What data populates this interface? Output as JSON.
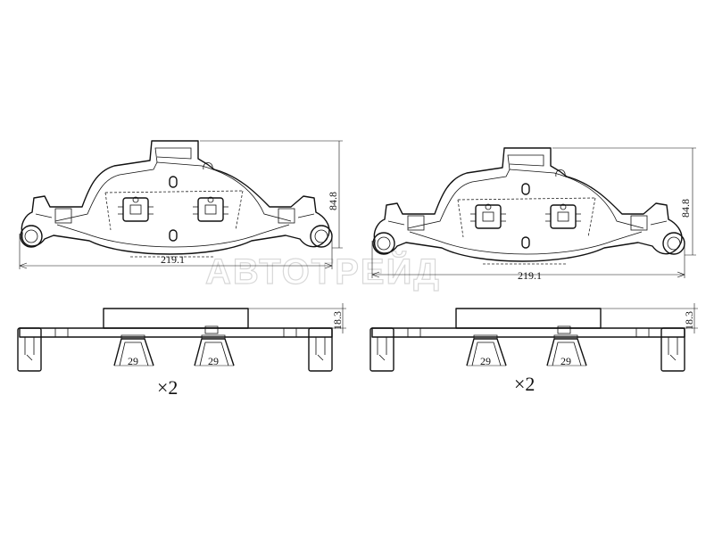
{
  "watermark": "АВТОТРЕЙД",
  "dimensions": {
    "pad_width": "219.1",
    "pad_height": "84.8",
    "pad_thickness": "18.3",
    "clip_width": "29"
  },
  "quantity": "×2"
}
